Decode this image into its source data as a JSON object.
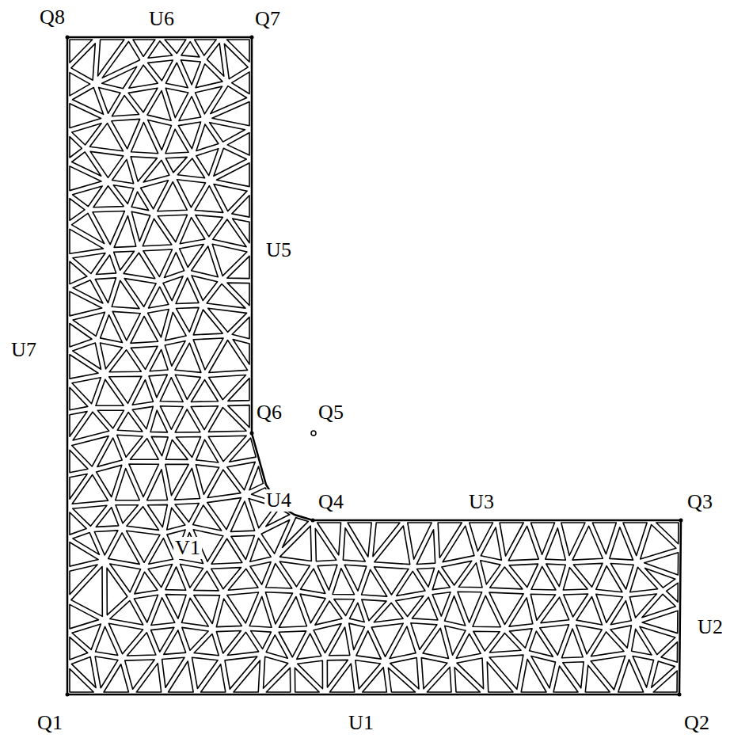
{
  "diagram": {
    "labels": [
      "Q8",
      "U6",
      "Q7",
      "U5",
      "U7",
      "Q6",
      "Q5",
      "U4",
      "Q4",
      "U3",
      "Q3",
      "V1",
      "U2",
      "Q1",
      "U1",
      "Q2"
    ]
  }
}
